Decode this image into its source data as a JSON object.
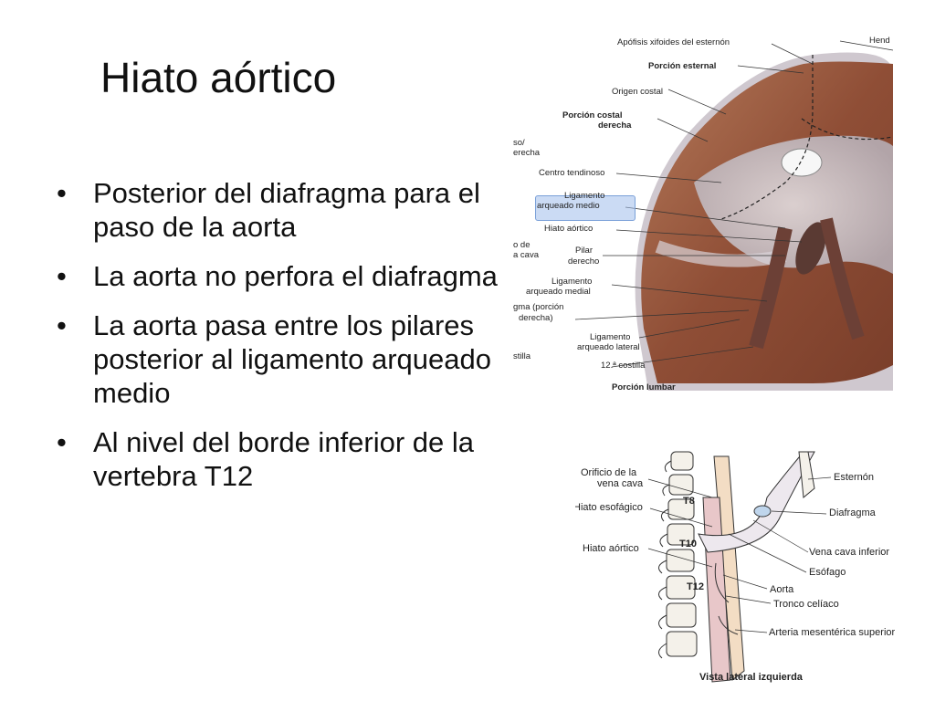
{
  "slide": {
    "title": "Hiato aórtico",
    "bullets": [
      {
        "symbol": "•",
        "text": "Posterior del diafragma para el paso de la aorta"
      },
      {
        "symbol": "•",
        "text": "La aorta no perfora el diafragma"
      },
      {
        "symbol": "•",
        "text": "La aorta pasa entre los pilares posterior al ligamento arqueado medio"
      },
      {
        "symbol": "•",
        "text": "Al nivel del borde inferior de la vertebra T12"
      }
    ]
  },
  "figure_top": {
    "labels": {
      "apofisis": "Apófisis xifoides del esternón",
      "hend": "Hend",
      "porcion_esternal": "Porción esternal",
      "origen_costal": "Origen costal",
      "porcion_costal": "Porción costal",
      "derecha": "derecha",
      "so": "so/",
      "erecha": "erecha",
      "centro_tendinoso": "Centro tendinoso",
      "ligamento": "Ligamento",
      "arqueado_medio": "arqueado medio",
      "hiato_aortico": "Hiato aórtico",
      "o_de": "o de",
      "a_cava": "a cava",
      "pilar": "Pilar",
      "pilar_derecho": "derecho",
      "ligamento2": "Ligamento",
      "arqueado_medial": "arqueado medial",
      "gma_porcion": "gma (porción",
      "derecha_paren": "derecha)",
      "ligamento3": "Ligamento",
      "arqueado_lateral": "arqueado lateral",
      "stilla": "stilla",
      "costilla12": "12.ª costilla",
      "porcion_lumbar": "Porción lumbar"
    }
  },
  "figure_bottom": {
    "labels": {
      "orificio": "Orificio de la",
      "vena_cava": "vena cava",
      "hiato_esofagico": "Hiato esofágico",
      "hiato_aortico": "Hiato aórtico",
      "t8": "T8",
      "t10": "T10",
      "t12": "T12",
      "esternon": "Esternón",
      "diafragma": "Diafragma",
      "vena_cava_inferior": "Vena cava inferior",
      "esofago": "Esófago",
      "aorta": "Aorta",
      "tronco_celiaco": "Tronco celíaco",
      "arteria_mesenterica": "Arteria mesentérica superior",
      "vista_lateral": "Vista lateral izquierda"
    }
  }
}
